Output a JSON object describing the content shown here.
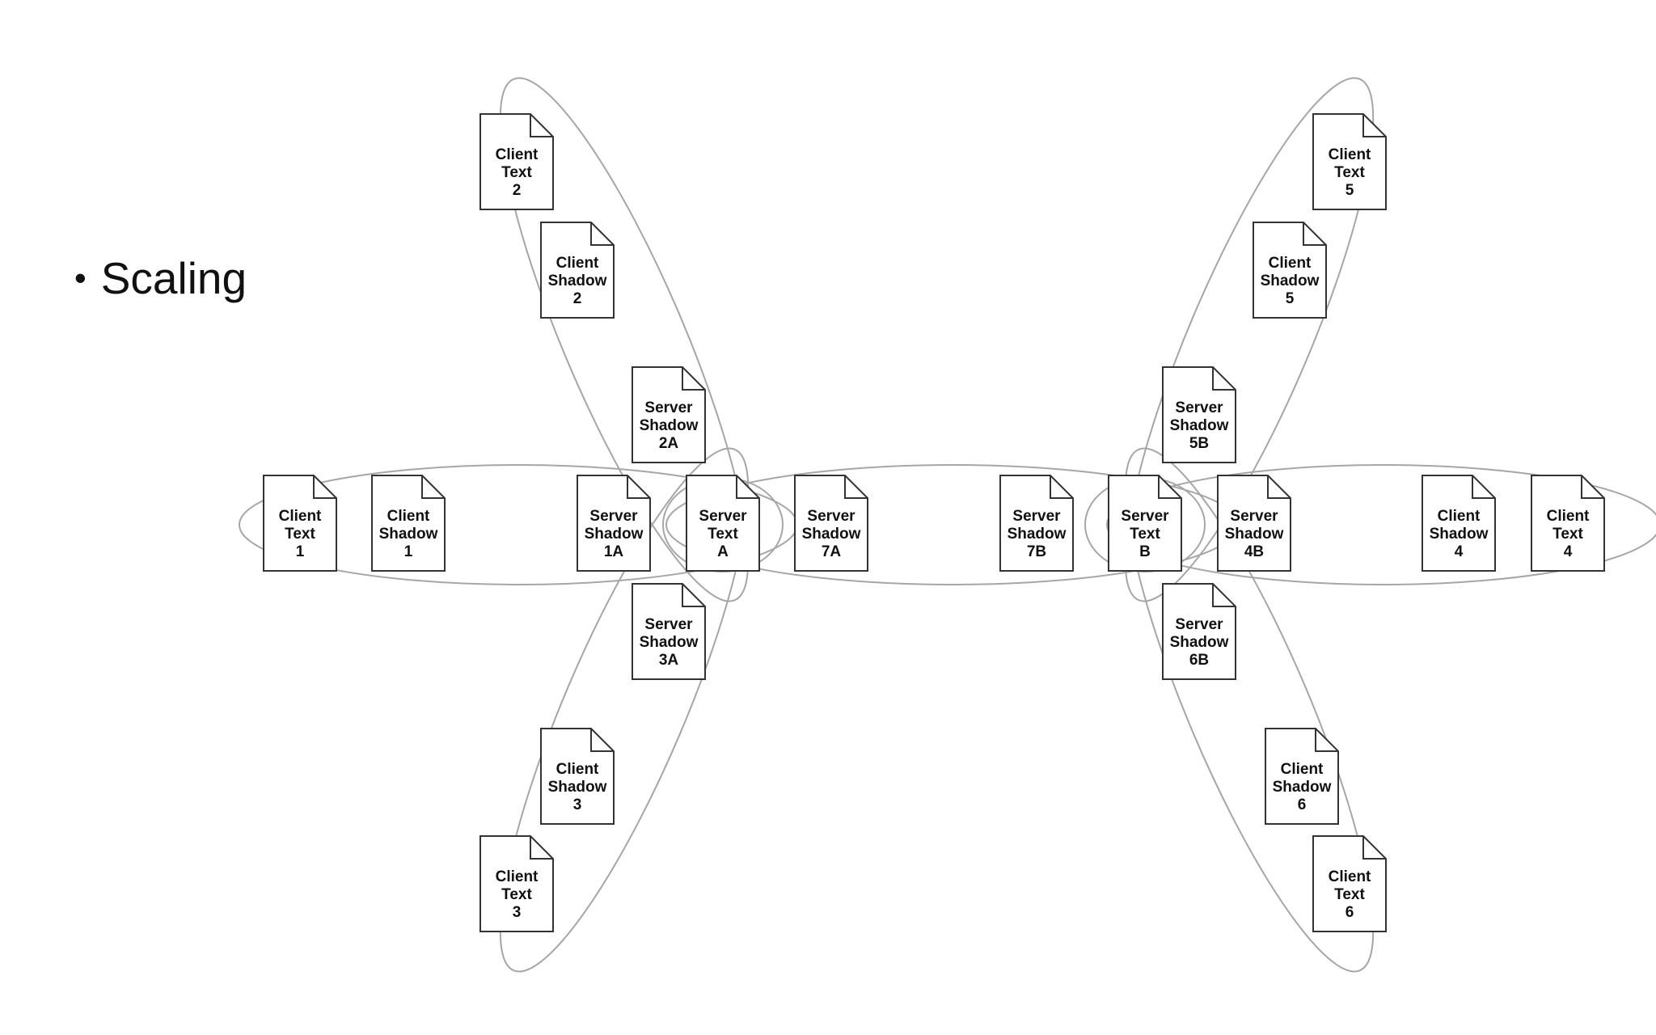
{
  "slide": {
    "bullet_symbol": "•",
    "bullet_text": "Scaling"
  },
  "diagram": {
    "colors": {
      "doc_stroke": "#333333",
      "ellipse_stroke": "#a6a6a6",
      "text": "#111111"
    },
    "documents": [
      {
        "id": "client-text-1",
        "lines": [
          "Client",
          "Text",
          "1"
        ]
      },
      {
        "id": "client-shadow-1",
        "lines": [
          "Client",
          "Shadow",
          "1"
        ]
      },
      {
        "id": "server-shadow-1a",
        "lines": [
          "Server",
          "Shadow",
          "1A"
        ]
      },
      {
        "id": "server-text-a",
        "lines": [
          "Server",
          "Text",
          "A"
        ]
      },
      {
        "id": "server-shadow-7a",
        "lines": [
          "Server",
          "Shadow",
          "7A"
        ]
      },
      {
        "id": "server-shadow-7b",
        "lines": [
          "Server",
          "Shadow",
          "7B"
        ]
      },
      {
        "id": "server-text-b",
        "lines": [
          "Server",
          "Text",
          "B"
        ]
      },
      {
        "id": "server-shadow-4b",
        "lines": [
          "Server",
          "Shadow",
          "4B"
        ]
      },
      {
        "id": "client-shadow-4",
        "lines": [
          "Client",
          "Shadow",
          "4"
        ]
      },
      {
        "id": "client-text-4",
        "lines": [
          "Client",
          "Text",
          "4"
        ]
      },
      {
        "id": "client-text-2",
        "lines": [
          "Client",
          "Text",
          "2"
        ]
      },
      {
        "id": "client-shadow-2",
        "lines": [
          "Client",
          "Shadow",
          "2"
        ]
      },
      {
        "id": "server-shadow-2a",
        "lines": [
          "Server",
          "Shadow",
          "2A"
        ]
      },
      {
        "id": "server-shadow-3a",
        "lines": [
          "Server",
          "Shadow",
          "3A"
        ]
      },
      {
        "id": "client-shadow-3",
        "lines": [
          "Client",
          "Shadow",
          "3"
        ]
      },
      {
        "id": "client-text-3",
        "lines": [
          "Client",
          "Text",
          "3"
        ]
      },
      {
        "id": "client-text-5",
        "lines": [
          "Client",
          "Text",
          "5"
        ]
      },
      {
        "id": "client-shadow-5",
        "lines": [
          "Client",
          "Shadow",
          "5"
        ]
      },
      {
        "id": "server-shadow-5b",
        "lines": [
          "Server",
          "Shadow",
          "5B"
        ]
      },
      {
        "id": "server-shadow-6b",
        "lines": [
          "Server",
          "Shadow",
          "6B"
        ]
      },
      {
        "id": "client-shadow-6",
        "lines": [
          "Client",
          "Shadow",
          "6"
        ]
      },
      {
        "id": "client-text-6",
        "lines": [
          "Client",
          "Text",
          "6"
        ]
      }
    ]
  }
}
